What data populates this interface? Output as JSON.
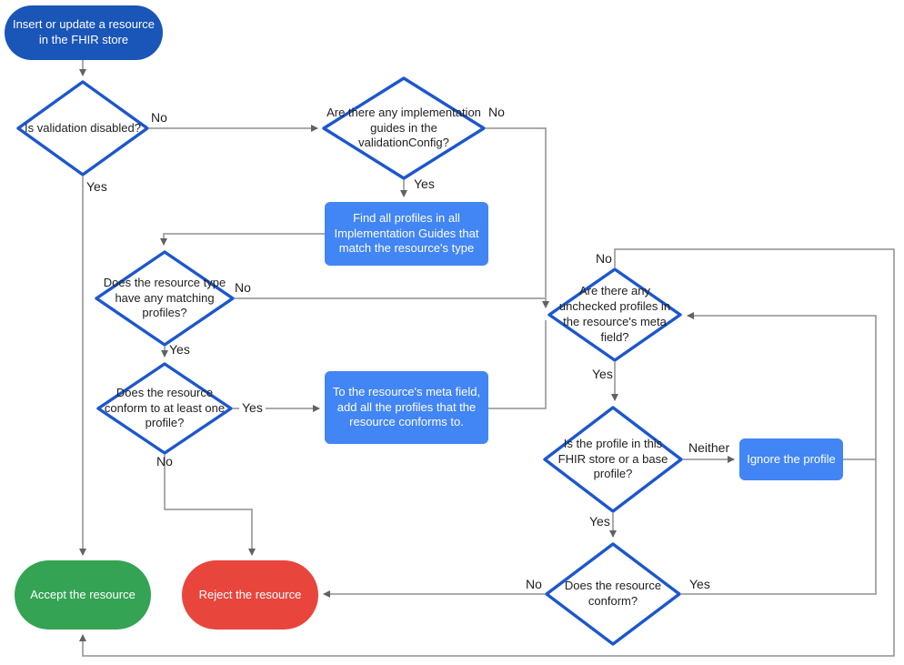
{
  "diagram": {
    "description": "FHIR store resource validation flowchart",
    "colors": {
      "start_fill": "#1A55B8",
      "decision_border": "#1C57CC",
      "process_fill": "#4285F4",
      "accept_fill": "#34A353",
      "reject_fill": "#E8453C",
      "line": "#8F8F8F",
      "arrowhead": "#5F6368",
      "text_dark": "#212121",
      "text_light": "#FFFFFF"
    },
    "nodes": {
      "start": {
        "type": "start",
        "label": "Insert or update a resource in the FHIR store"
      },
      "validation_disabled": {
        "type": "decision",
        "label": "Is validation disabled?"
      },
      "implementation_guides": {
        "type": "decision",
        "label": "Are there any implementation guides in the validationConfig?"
      },
      "find_profiles": {
        "type": "process",
        "label": "Find all profiles in all Implementation Guides that match the resource's type"
      },
      "matching_profiles": {
        "type": "decision",
        "label": "Does the resource type have any matching profiles?"
      },
      "conform_one_profile": {
        "type": "decision",
        "label": "Does the resource conform to at least one profile?"
      },
      "add_profiles": {
        "type": "process",
        "label": "To the resource's meta field, add all the profiles that the resource conforms to."
      },
      "unchecked_profiles": {
        "type": "decision",
        "label": "Are there any unchecked profiles in the resource's meta field?"
      },
      "profile_in_store": {
        "type": "decision",
        "label": "Is the profile in this FHIR store or a base profile?"
      },
      "ignore_profile": {
        "type": "process",
        "label": "Ignore the profile"
      },
      "resource_conform": {
        "type": "decision",
        "label": "Does the resource conform?"
      },
      "accept": {
        "type": "terminal",
        "label": "Accept the resource"
      },
      "reject": {
        "type": "terminal",
        "label": "Reject the resource"
      }
    },
    "edge_labels": {
      "d1_no": "No",
      "d1_yes": "Yes",
      "d2_no": "No",
      "d2_yes": "Yes",
      "d3_no": "No",
      "d3_yes": "Yes",
      "d4_yes": "Yes",
      "d4_no": "No",
      "d5_no": "No",
      "d5_yes": "Yes",
      "d6_neither": "Neither",
      "d6_yes": "Yes",
      "d7_no": "No",
      "d7_yes": "Yes"
    },
    "flow": [
      {
        "from": "start",
        "to": "validation_disabled",
        "label": ""
      },
      {
        "from": "validation_disabled",
        "to": "accept",
        "label": "Yes"
      },
      {
        "from": "validation_disabled",
        "to": "implementation_guides",
        "label": "No"
      },
      {
        "from": "implementation_guides",
        "to": "find_profiles",
        "label": "Yes"
      },
      {
        "from": "implementation_guides",
        "to": "unchecked_profiles",
        "label": "No"
      },
      {
        "from": "find_profiles",
        "to": "matching_profiles",
        "label": ""
      },
      {
        "from": "matching_profiles",
        "to": "conform_one_profile",
        "label": "Yes"
      },
      {
        "from": "matching_profiles",
        "to": "unchecked_profiles",
        "label": "No"
      },
      {
        "from": "conform_one_profile",
        "to": "add_profiles",
        "label": "Yes"
      },
      {
        "from": "conform_one_profile",
        "to": "reject",
        "label": "No"
      },
      {
        "from": "add_profiles",
        "to": "unchecked_profiles",
        "label": ""
      },
      {
        "from": "unchecked_profiles",
        "to": "profile_in_store",
        "label": "Yes"
      },
      {
        "from": "unchecked_profiles",
        "to": "accept",
        "label": "No"
      },
      {
        "from": "profile_in_store",
        "to": "resource_conform",
        "label": "Yes"
      },
      {
        "from": "profile_in_store",
        "to": "ignore_profile",
        "label": "Neither"
      },
      {
        "from": "ignore_profile",
        "to": "unchecked_profiles",
        "label": ""
      },
      {
        "from": "resource_conform",
        "to": "unchecked_profiles",
        "label": "Yes"
      },
      {
        "from": "resource_conform",
        "to": "reject",
        "label": "No"
      }
    ]
  }
}
